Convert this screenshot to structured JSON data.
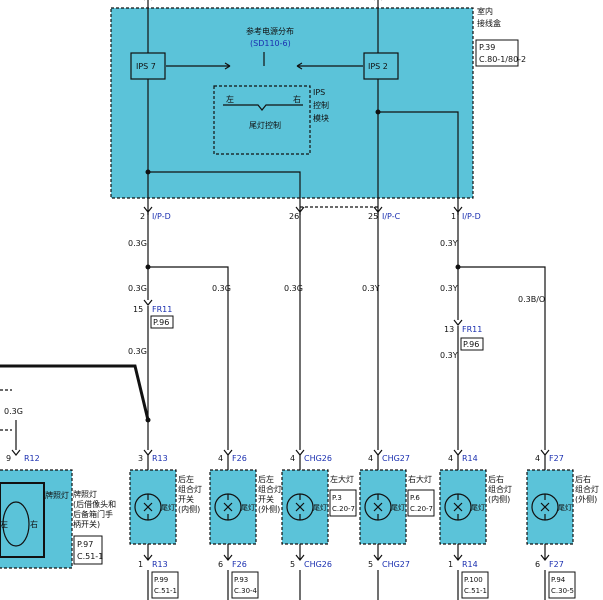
{
  "module": {
    "title_1": "室内",
    "title_2": "接线盒",
    "ref_1": "P.39",
    "ref_2": "C.80-1/80-2",
    "dist_1": "参考电源分布",
    "dist_2": "(SD110-6)",
    "ips_left": "IPS 7",
    "ips_right": "IPS 2",
    "ctrl_left": "左",
    "ctrl_right": "右",
    "ctrl_label": "尾灯控制",
    "ips_ctrl_1": "IPS",
    "ips_ctrl_2": "控制",
    "ips_ctrl_3": "模块"
  },
  "pins": [
    {
      "num": "2",
      "name": "I/P-D"
    },
    {
      "num": "26",
      "name": ""
    },
    {
      "num": "25",
      "name": "I/P-C"
    },
    {
      "num": "1",
      "name": "I/P-D"
    }
  ],
  "wires": {
    "w1": "0.3G",
    "w2": "0.3G",
    "w3": "0.3G",
    "w4": "0.3G",
    "w5": "0.3G",
    "w6": "0.3Y",
    "w7": "0.3Y",
    "w8": "0.3Y",
    "w9": "0.3Y",
    "w10": "0.3B/O",
    "w11": "0.3G"
  },
  "connectors": {
    "fr11_left_pin": "15",
    "fr11_left_name": "FR11",
    "fr11_left_ref": "P.96",
    "fr11_right_pin": "13",
    "fr11_right_name": "FR11",
    "fr11_right_ref": "P.96"
  },
  "left_lamp": {
    "pin": "9",
    "conn": "R12",
    "title": "牌照灯",
    "label_1": "牌照灯",
    "label_2": "(后备箱门手",
    "label_3": "柄开关)",
    "desc_1": "(后借像头和",
    "desc_2": "后备箱门手",
    "desc_3": "柄开关)",
    "ref_1": "P.97",
    "ref_2": "C.51-1",
    "left": "左",
    "right": "右"
  },
  "lamps": [
    {
      "pin_top": "3",
      "conn_top": "R13",
      "lamp": "尾灯",
      "desc_1": "后左",
      "desc_2": "组合灯",
      "desc_3": "开关",
      "desc_4": "(内侧)",
      "pin_bot": "1",
      "conn_bot": "R13",
      "ref_1": "P.99",
      "ref_2": "C.51-1"
    },
    {
      "pin_top": "4",
      "conn_top": "F26",
      "lamp": "尾灯",
      "desc_1": "后左",
      "desc_2": "组合灯",
      "desc_3": "开关",
      "desc_4": "(外侧)",
      "pin_bot": "6",
      "conn_bot": "F26",
      "ref_1": "P.93",
      "ref_2": "C.30-4"
    },
    {
      "pin_top": "4",
      "conn_top": "CHG26",
      "lamp": "尾灯",
      "desc_1": "左大灯",
      "desc_2": "",
      "desc_3": "",
      "desc_4": "",
      "pin_bot": "5",
      "conn_bot": "CHG26",
      "ref_1": "P.3",
      "ref_2": "C.20-7"
    },
    {
      "pin_top": "4",
      "conn_top": "CHG27",
      "lamp": "尾灯",
      "desc_1": "右大灯",
      "desc_2": "",
      "desc_3": "",
      "desc_4": "",
      "pin_bot": "5",
      "conn_bot": "CHG27",
      "ref_1": "P.6",
      "ref_2": "C.20-7"
    },
    {
      "pin_top": "4",
      "conn_top": "R14",
      "lamp": "尾灯",
      "desc_1": "后右",
      "desc_2": "组合灯",
      "desc_3": "(内侧)",
      "desc_4": "",
      "pin_bot": "1",
      "conn_bot": "R14",
      "ref_1": "P.100",
      "ref_2": "C.51-1"
    },
    {
      "pin_top": "4",
      "conn_top": "F27",
      "lamp": "尾灯",
      "desc_1": "后右",
      "desc_2": "组合灯",
      "desc_3": "(外侧)",
      "desc_4": "",
      "pin_bot": "6",
      "conn_bot": "F27",
      "ref_1": "P.94",
      "ref_2": "C.30-5"
    }
  ]
}
